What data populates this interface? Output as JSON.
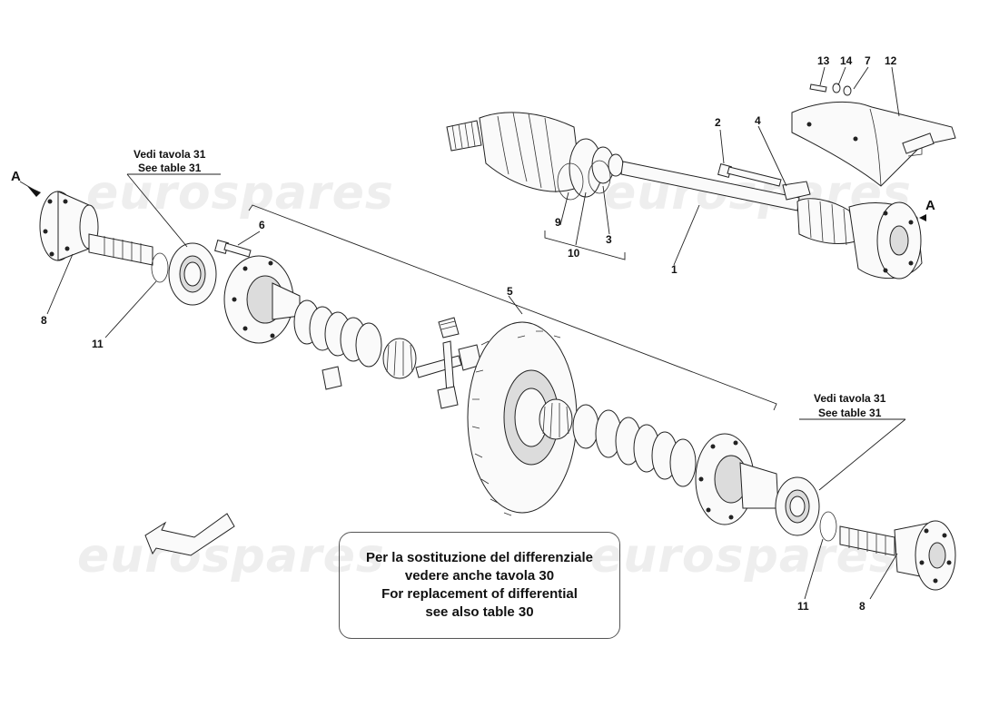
{
  "watermark": "eurospares",
  "callouts": {
    "c1": "1",
    "c2": "2",
    "c3": "3",
    "c4": "4",
    "c5": "5",
    "c6": "6",
    "c7": "7",
    "c8a": "8",
    "c8b": "8",
    "c9": "9",
    "c10": "10",
    "c11a": "11",
    "c11b": "11",
    "c12": "12",
    "c13": "13",
    "c14": "14"
  },
  "section_marks": {
    "left": "A",
    "right": "A"
  },
  "references": {
    "left": {
      "line1": "Vedi tavola 31",
      "line2": "See table 31"
    },
    "right": {
      "line1": "Vedi tavola 31",
      "line2": "See table 31"
    }
  },
  "note": {
    "line1": "Per la sostituzione del differenziale",
    "line2": "vedere anche tavola 30",
    "line3": "For replacement of differential",
    "line4": "see  also table 30"
  }
}
